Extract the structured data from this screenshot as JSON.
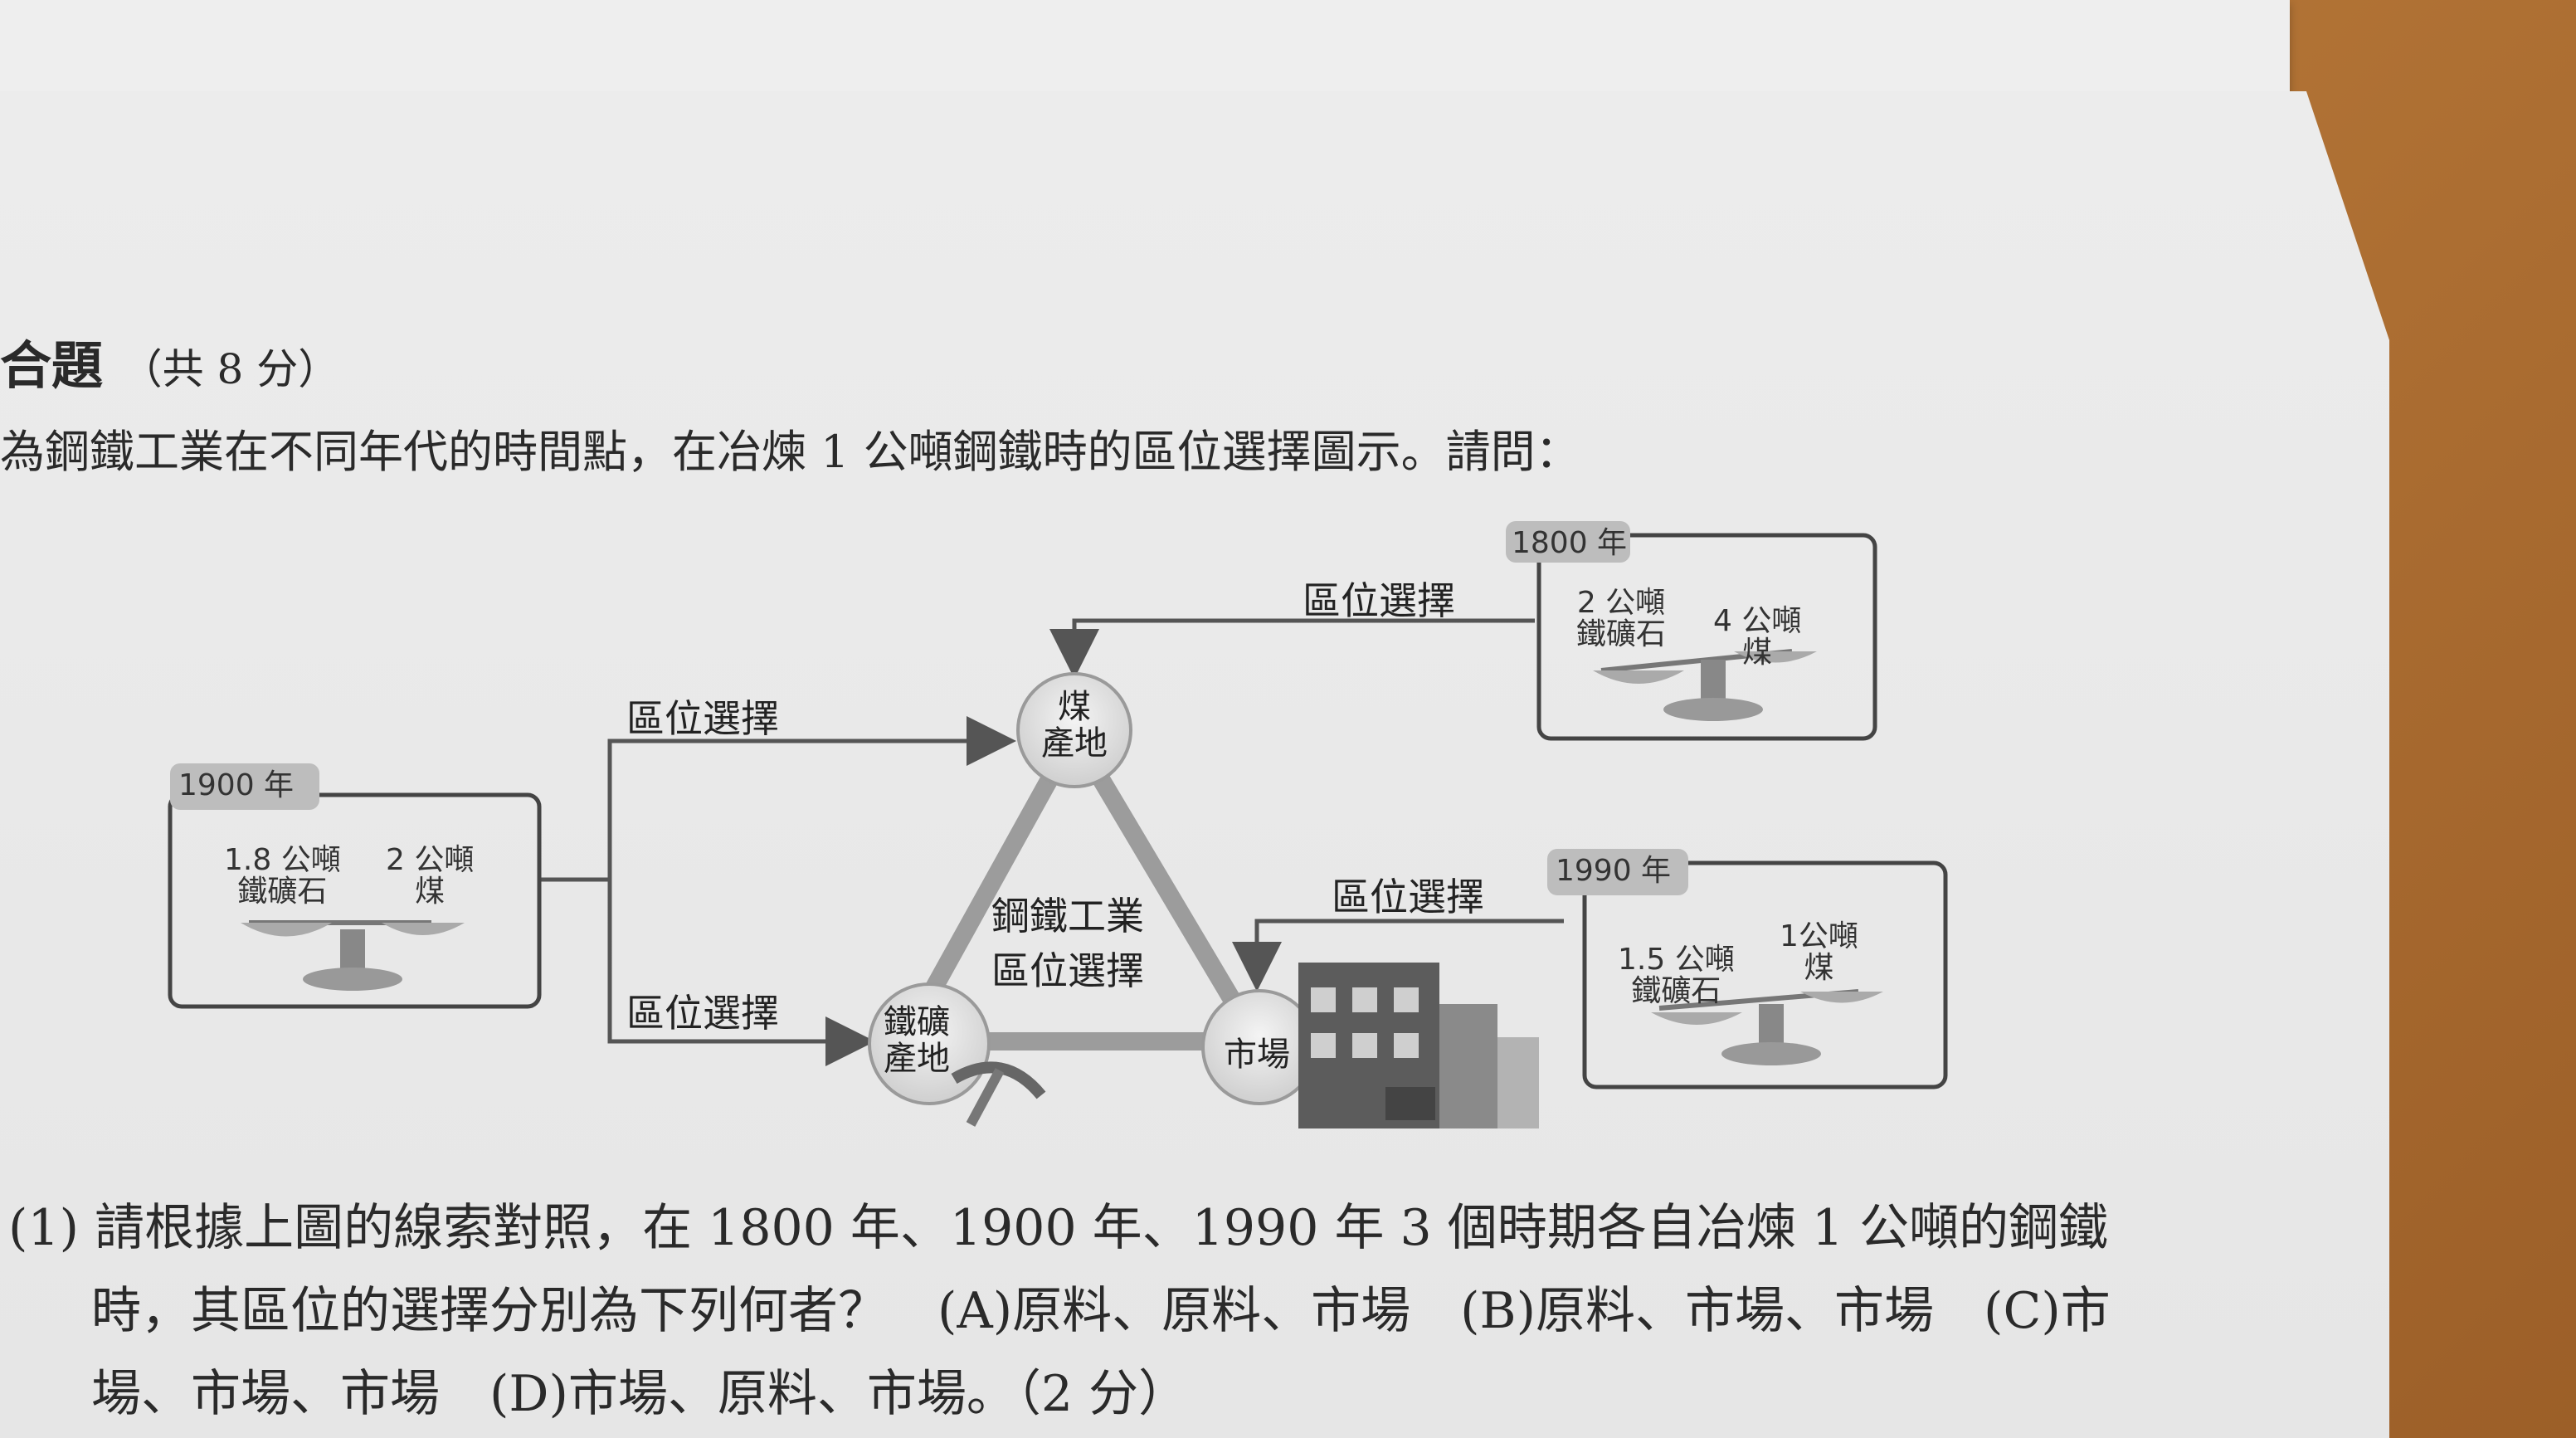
{
  "section": {
    "title": "合題",
    "points": "（共 8 分）"
  },
  "intro": "為鋼鐵工業在不同年代的時間點，在冶煉 1 公噸鋼鐵時的區位選擇圖示。請問：",
  "diagram": {
    "center_label_line1": "鋼鐵工業",
    "center_label_line2": "區位選擇",
    "coal_node": [
      "煤",
      "產地"
    ],
    "iron_node": [
      "鐵礦",
      "產地"
    ],
    "market_node": "市場",
    "arrow_label": "區位選擇",
    "panels": [
      {
        "year": "1800 年",
        "left_line1": "2 公噸",
        "left_line2": "鐵礦石",
        "right_line1": "4 公噸",
        "right_line2": "煤"
      },
      {
        "year": "1900 年",
        "left_line1": "1.8 公噸",
        "left_line2": "鐵礦石",
        "right_line1": "2 公噸",
        "right_line2": "煤"
      },
      {
        "year": "1990 年",
        "left_line1": "1.5 公噸",
        "left_line2": "鐵礦石",
        "right_line1": "1公噸",
        "right_line2": "煤"
      }
    ]
  },
  "question": {
    "number": "(1)",
    "line1": "請根據上圖的線索對照，在 1800 年、1900 年、1990 年 3 個時期各自冶煉 1 公噸的鋼鐵",
    "line2": "時，其區位的選擇分別為下列何者？　(A)原料、原料、市場　(B)原料、市場、市場　(C)市",
    "line3": "場、市場、市場　(D)市場、原料、市場。（2 分）"
  }
}
